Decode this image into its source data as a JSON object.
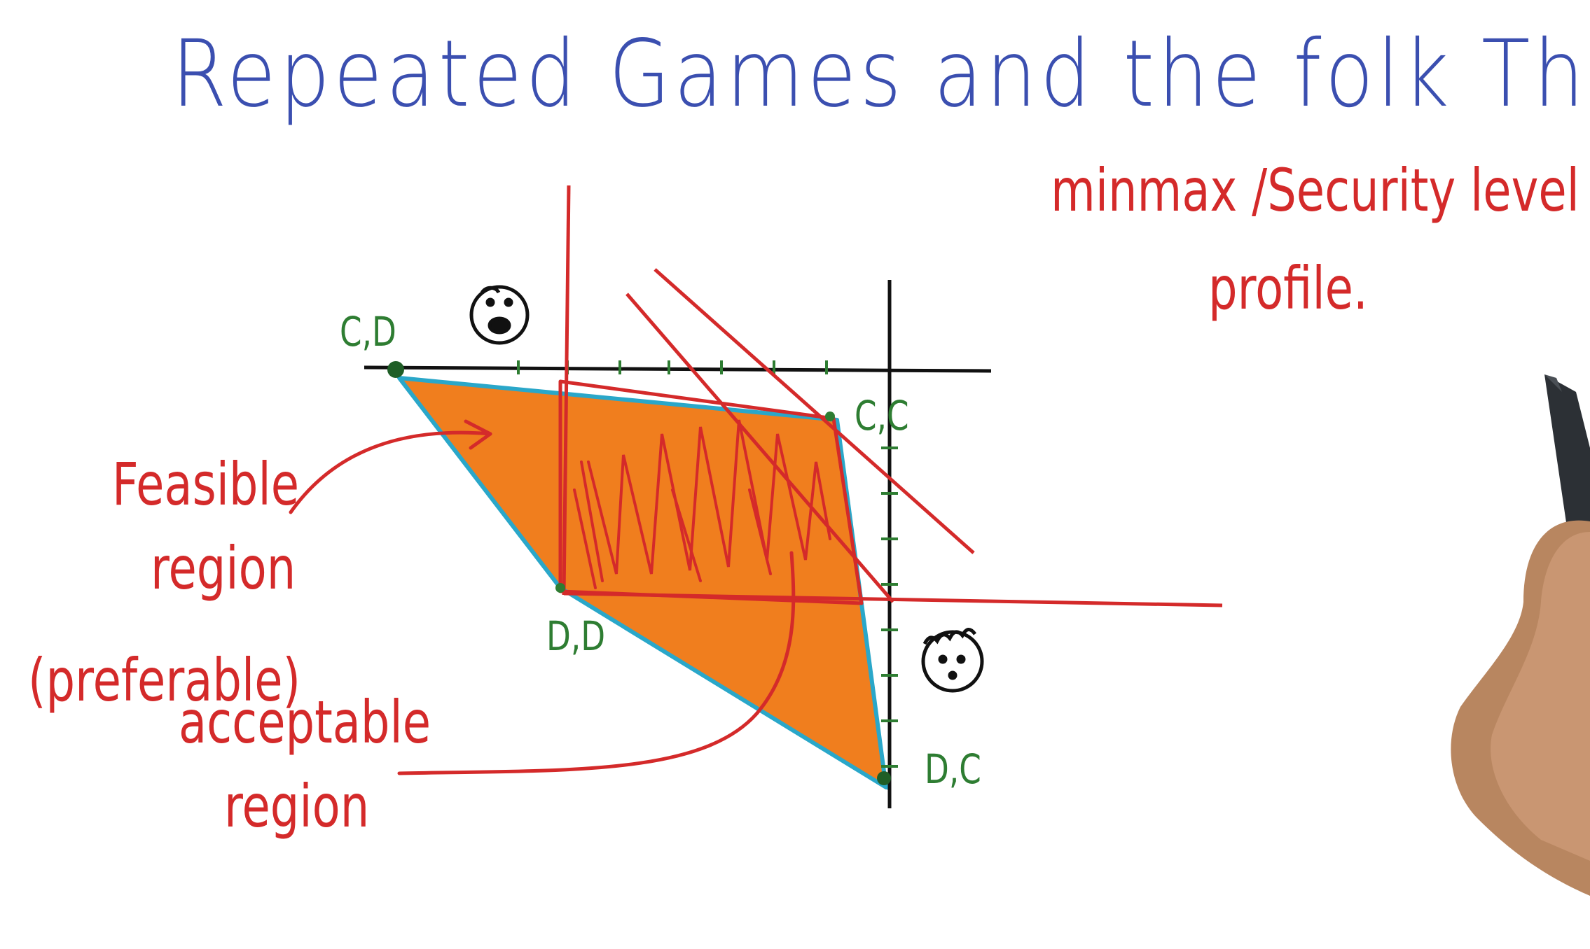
{
  "title": "Repeated Games and the folk Theorem",
  "annotations": {
    "minmax_line1": "minmax /Security level",
    "minmax_line2": "profile.",
    "feasible_line1": "Feasible",
    "feasible_line2": "region",
    "preferable": "(preferable)",
    "acceptable_line1": "acceptable",
    "acceptable_line2": "region"
  },
  "vertices": {
    "cd": "C,D",
    "cc": "C,C",
    "dd": "D,D",
    "dc": "D,C"
  },
  "colors": {
    "title": "#3b4fb0",
    "note": "#d42a2a",
    "vertex": "#2e7d32",
    "region_fill": "#f07e1e",
    "region_edge": "#2aa7c9",
    "axis": "#111111"
  },
  "icons": [
    "frowning-face-icon",
    "smiling-face-icon",
    "marker-pen-icon"
  ]
}
